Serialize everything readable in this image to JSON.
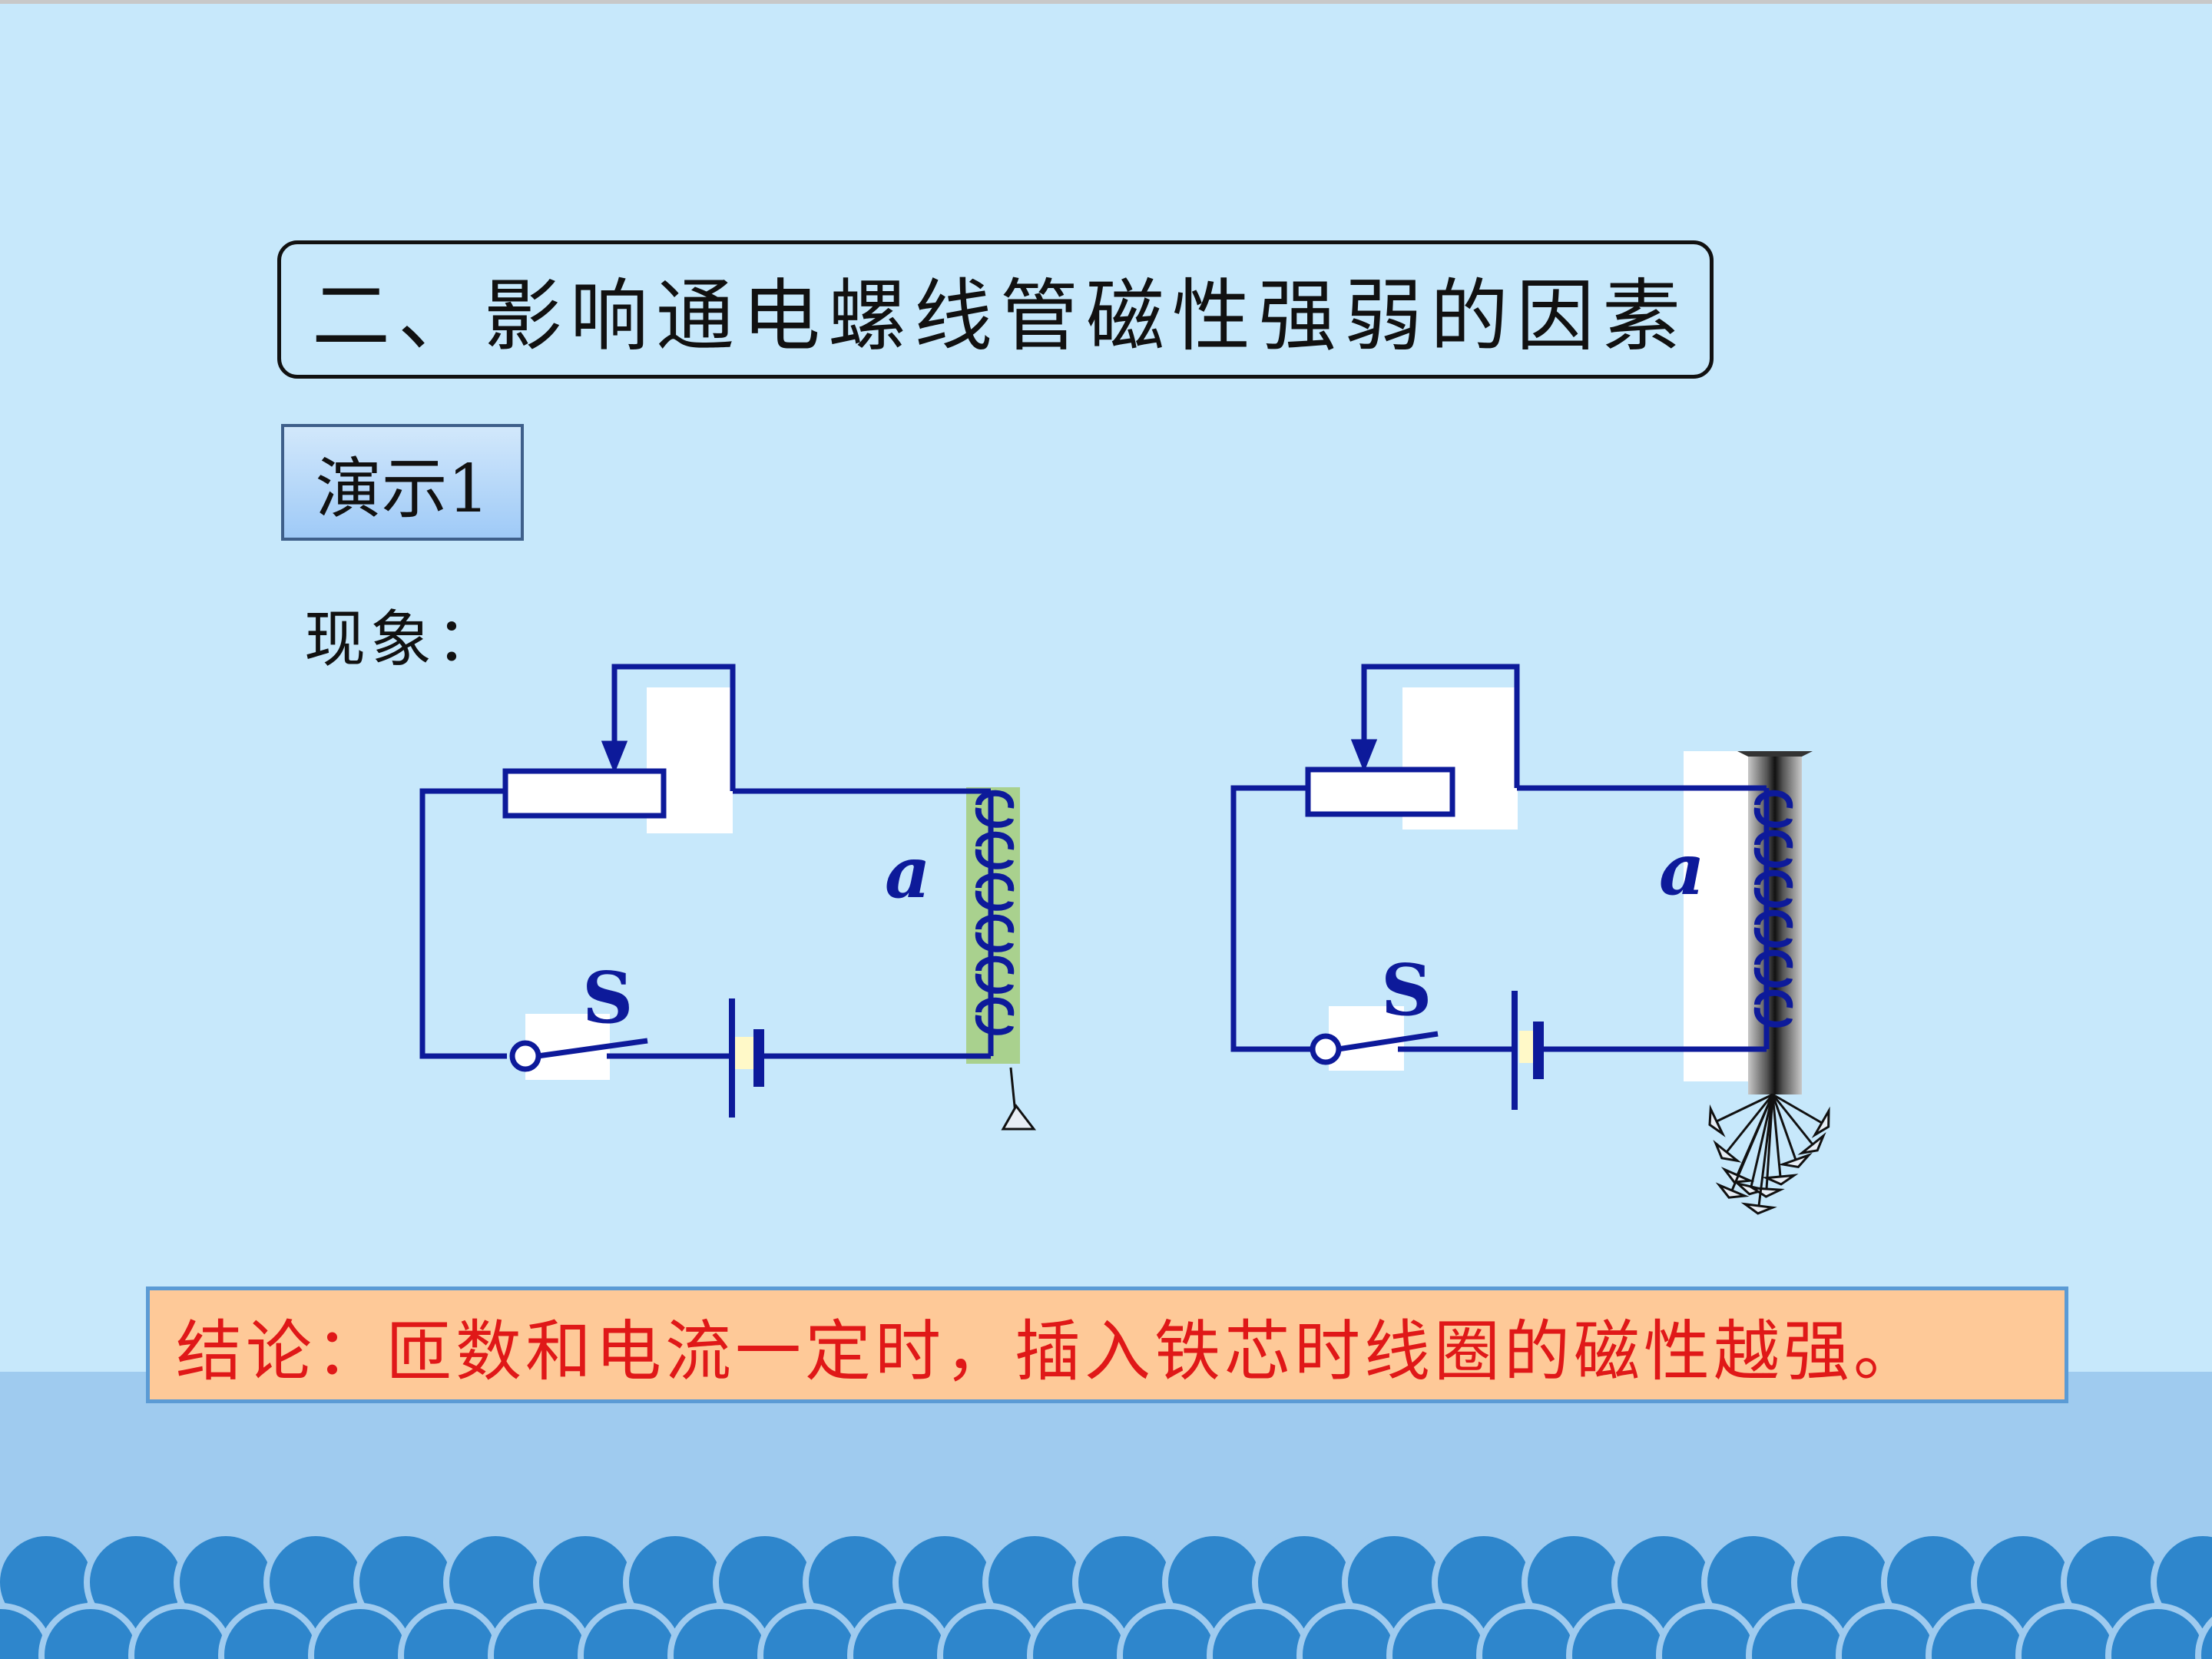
{
  "title": "二、影响通电螺线管磁性强弱的因素",
  "demo_label": "演示1",
  "phenomenon_label": "现象：",
  "circuit_left": {
    "coil_label": "a",
    "switch_label": "S"
  },
  "circuit_right": {
    "coil_label": "a",
    "switch_label": "S"
  },
  "conclusion": "结论：匝数和电流一定时，插入铁芯时线圈的磁性越强。",
  "colors": {
    "background": "#c7e8fb",
    "wire": "#0d1a9a",
    "coil_core_left": "#a9d18e",
    "conclusion_bg": "#fec998",
    "conclusion_text": "#e01818",
    "wave_dark": "#2e86cc",
    "wave_light": "#9fcbef"
  }
}
